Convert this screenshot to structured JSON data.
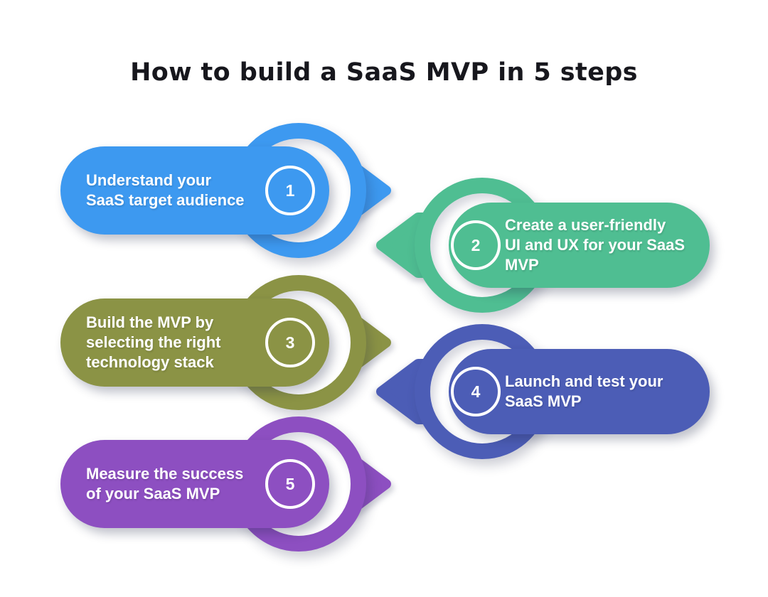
{
  "background": "#ffffff",
  "title": {
    "text": "How to build a SaaS MVP in 5 steps",
    "color": "#17171d"
  },
  "steps": [
    {
      "number": "1",
      "label": "Understand your\nSaaS target audience",
      "color": "#3D99F0",
      "arrow_direction": "right"
    },
    {
      "number": "2",
      "label": "Create a user-friendly\nUI and UX for your SaaS\nMVP",
      "color": "#4FBE92",
      "arrow_direction": "left"
    },
    {
      "number": "3",
      "label": "Build the MVP by\nselecting the right\ntechnology stack",
      "color": "#8B9345",
      "arrow_direction": "right"
    },
    {
      "number": "4",
      "label": "Launch and test your\nSaaS MVP",
      "color": "#4C5DB6",
      "arrow_direction": "left"
    },
    {
      "number": "5",
      "label": "Measure the success\nof your SaaS MVP",
      "color": "#8D4FC1",
      "arrow_direction": "right"
    }
  ]
}
